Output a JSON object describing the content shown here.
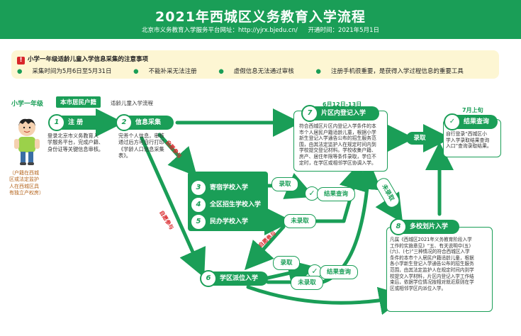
{
  "header": {
    "title": "2021年西城区义务教育入学流程",
    "platform": "北京市义务教育入学服务平台网址：http://yjrx.bjedu.cn/",
    "open_time": "开通时间：2021年5月1日"
  },
  "notice": {
    "title": "小学一年级适龄儿童入学信息采集的注意事项",
    "items": [
      "采集时间为5月6日至5月31日",
      "不能补采无法注册",
      "虚假信息无法通过审核",
      "注册手机很重要，是获得入学过程信息的重要工具"
    ]
  },
  "left": {
    "grade": "小学一年级",
    "tag": "本市居民户籍",
    "sub": "适龄儿童入学流程",
    "note": [
      "（户籍在西城",
      "区或法定监护",
      "人在西城区具",
      "有独立产权房）"
    ]
  },
  "steps": {
    "s1": {
      "num": "1",
      "label": "注  册",
      "desc": [
        "登录北京市义务教育入",
        "学服务平台，完成户籍、",
        "身份证等关键信息审核。"
      ]
    },
    "s2": {
      "num": "2",
      "label": "信息采集",
      "desc": [
        "完善个人信息，审核",
        "通过后方可自行打印",
        "《学龄人口信息采集",
        "表》。"
      ]
    },
    "s3": {
      "num": "3",
      "label": "寄宿学校入学"
    },
    "s4": {
      "num": "4",
      "label": "全区招生学校入学"
    },
    "s5": {
      "num": "5",
      "label": "民办学校入学"
    },
    "s6": {
      "num": "6",
      "label": "学区派位入学"
    },
    "s7": {
      "num": "7",
      "label": "片区内登记入学",
      "date": "6月12日-13日",
      "desc": [
        "符合西城区片区内登记入学条件的本",
        "市个人居民户籍适龄儿童，根据小学",
        "新生登记入学通告公布的招生服务范",
        "围，由其法定监护人在规定时间内到",
        "学校提交登记材料。学校收集户籍、",
        "房产、居住年限等条件录取，学位不",
        "定时，在学区或相邻学区协调入学。"
      ]
    },
    "s8": {
      "num": "8",
      "label": "多校划片入学",
      "desc": [
        "凡属《西城区2021年义务教育阶段入学",
        "工作的实施意见》“五、有关说明中(五)",
        "(六)、(七)”三种情况的符合西城区入学",
        "条件的本市个人居民户籍适龄儿童，根据",
        "各小学新生登记入学通告公布的招生服务",
        "范围，由其法定监护人在规定时间内到学",
        "校提交入学材料，片区内登记入学工作结",
        "束后，依据学位情况按相对就近原则在学",
        "区或相邻学区内派位入学。"
      ]
    }
  },
  "result_check": {
    "label": "结果查询",
    "date": "7月上旬",
    "desc": [
      "自行登录“西城区小",
      "学入学录取结果查询",
      "入口”查询录取结果。"
    ]
  },
  "labels": {
    "luqu": "录取",
    "weiluqu": "未录取",
    "result": "结果查询",
    "ziyuan": "自愿参与"
  }
}
